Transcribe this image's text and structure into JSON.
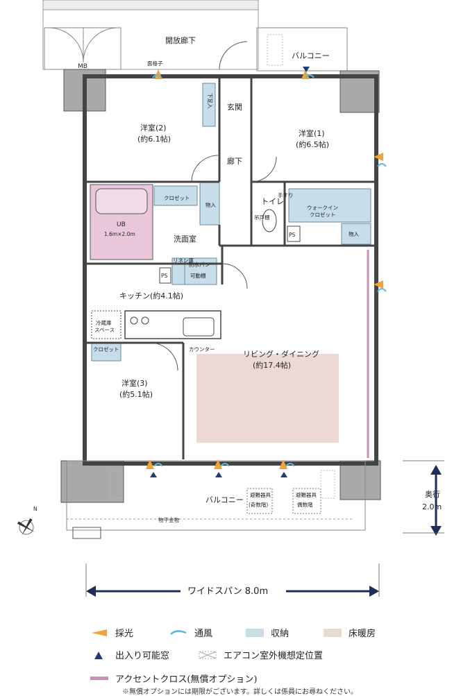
{
  "rooms": {
    "corridor_open": "開放廊下",
    "mb": "MB",
    "lattice": "面格子",
    "balcony_top": "バルコニー",
    "genkan": "玄関",
    "shoe_box": "下足入",
    "room1_name": "洋室(1)",
    "room1_size": "(約6.5帖)",
    "room2_name": "洋室(2)",
    "room2_size": "(約6.1帖)",
    "hallway": "廊下",
    "closet": "クロゼット",
    "storage": "物入",
    "ub": "UB",
    "ub_size": "1.6m×2.0m",
    "toilet": "トイレ",
    "handrail": "手すり",
    "hanging_shelf": "吊戸棚",
    "wic": "ウォークイン",
    "wic2": "クロゼット",
    "ps": "PS",
    "washroom": "洗面室",
    "linen": "リネン庫",
    "waterpan": "防水パン",
    "movable_shelf": "可動棚",
    "kitchen": "キッチン(約4.1帖)",
    "fridge": "冷蔵庫",
    "fridge2": "スペース",
    "counter": "カウンター",
    "living": "リビング・ダイニング",
    "living_size": "(約17.4帖)",
    "room3_name": "洋室(3)",
    "room3_size": "(約5.1帖)",
    "balcony_bottom": "バルコニー",
    "escape_odd": "避難器具",
    "escape_odd2": "(奇数階)",
    "escape_even": "避難器具",
    "escape_even2": "偶数階",
    "laundry": "物干金物",
    "depth_label": "奥行",
    "depth_value": "2.0m",
    "span_label": "ワイドスパン 8.0m",
    "north": "N"
  },
  "legend": {
    "light": "採光",
    "wind": "通風",
    "storage": "収納",
    "floor_heat": "床暖房",
    "exit_window": "出入り可能窓",
    "ac_unit": "エアコン室外機想定位置",
    "accent": "アクセントクロス(無償オプション)",
    "note": "※無償オプションには期限がございます。詳しくは係員にお尋ねください。"
  },
  "colors": {
    "storage": "#c7dde9",
    "floor_heat": "#ecd9d3",
    "ub": "#e9c6da",
    "accent": "#c98fb5",
    "light": "#f0a339",
    "wind": "#5fb8dc",
    "navy": "#1f2d5a",
    "wall": "#555555",
    "wall_gray": "#a9a9a9"
  }
}
